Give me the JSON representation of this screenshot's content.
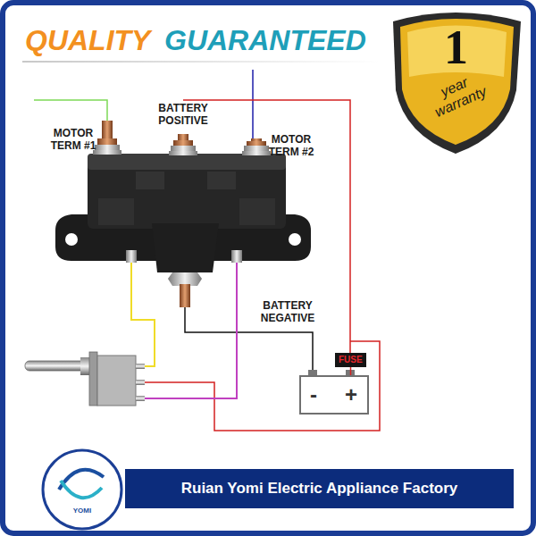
{
  "diagram": {
    "nodes": [
      {
        "text": [
          "1",
          "year warranty"
        ]
      },
      {
        "text": [
          "FUSE"
        ]
      },
      {
        "text": [
          "-",
          "+"
        ]
      },
      {
        "text": [
          "Ruian Yomi Electric Appliance Factory"
        ]
      }
    ],
    "edges": [
      {
        "from": 1,
        "to": 2,
        "arrow": "none"
      }
    ],
    "labels": [
      "QUALITY",
      "GUARANTEED",
      "MOTOR TERM #1",
      "BATTERY POSITIVE",
      "MOTOR TERM #2",
      "BATTERY NEGATIVE",
      "YOMI"
    ]
  }
}
